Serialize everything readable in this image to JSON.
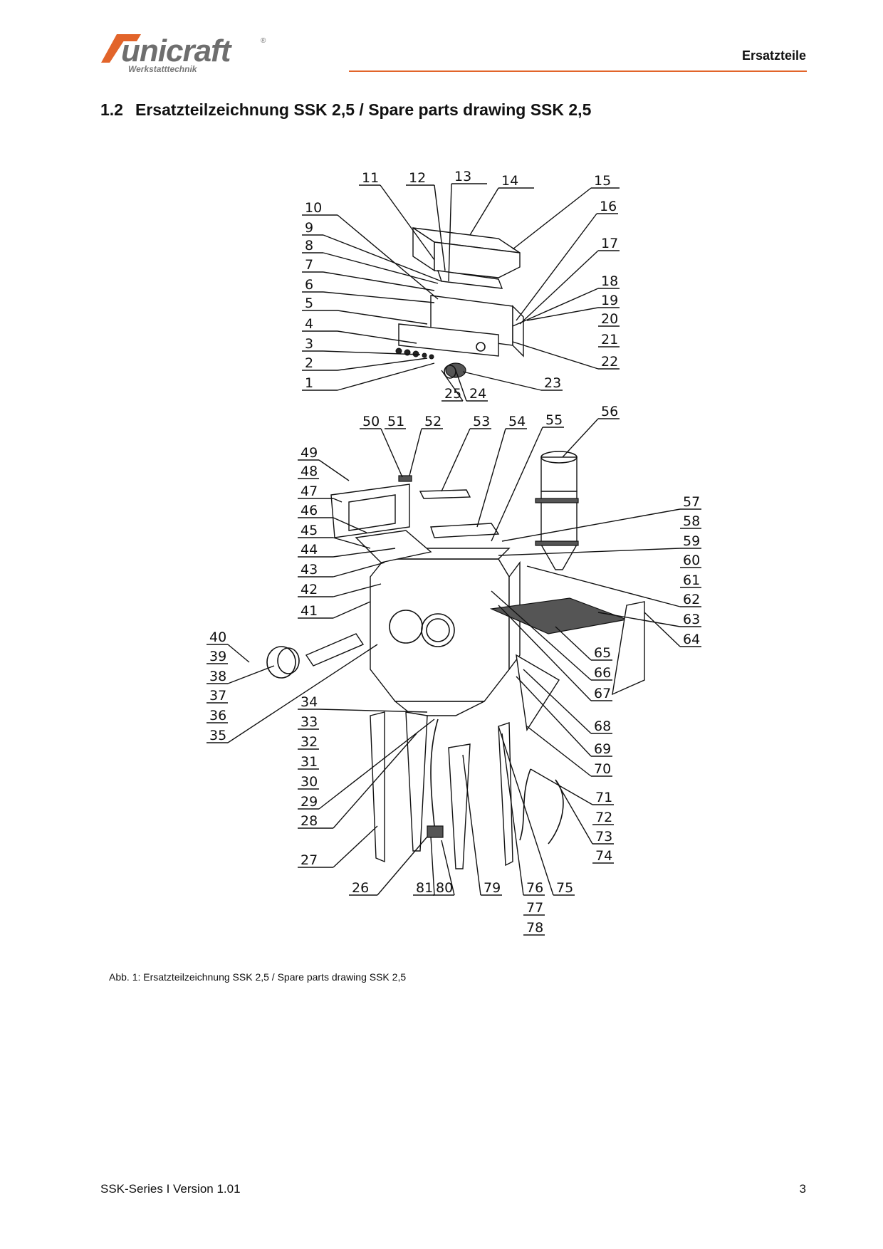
{
  "header": {
    "brand": "unicraft",
    "brand_mark": "®",
    "brand_tagline": "Werkstatttechnik",
    "section": "Ersatzteile",
    "accent_color": "#e2642a",
    "logo_mark_color": "#e2642a",
    "logo_text_color": "#6e6e6e"
  },
  "heading": {
    "number": "1.2",
    "text": "Ersatzteilzeichnung SSK 2,5 / Spare parts drawing SSK 2,5"
  },
  "figure": {
    "part_numbers": [
      "1",
      "2",
      "3",
      "4",
      "5",
      "6",
      "7",
      "8",
      "9",
      "10",
      "11",
      "12",
      "13",
      "14",
      "15",
      "16",
      "17",
      "18",
      "19",
      "20",
      "21",
      "22",
      "23",
      "24",
      "25",
      "26",
      "27",
      "28",
      "29",
      "30",
      "31",
      "32",
      "33",
      "34",
      "35",
      "36",
      "37",
      "38",
      "39",
      "40",
      "41",
      "42",
      "43",
      "44",
      "45",
      "46",
      "47",
      "48",
      "49",
      "50",
      "51",
      "52",
      "53",
      "54",
      "55",
      "56",
      "57",
      "58",
      "59",
      "60",
      "61",
      "62",
      "63",
      "64",
      "65",
      "66",
      "67",
      "68",
      "69",
      "70",
      "71",
      "72",
      "73",
      "74",
      "75",
      "76",
      "77",
      "78",
      "79",
      "80",
      "81"
    ],
    "caption": "Abb. 1: Ersatzteilzeichnung SSK 2,5 / Spare parts drawing SSK 2,5"
  },
  "footer": {
    "doc": "SSK-Series I Version 1.01",
    "page": "3"
  }
}
